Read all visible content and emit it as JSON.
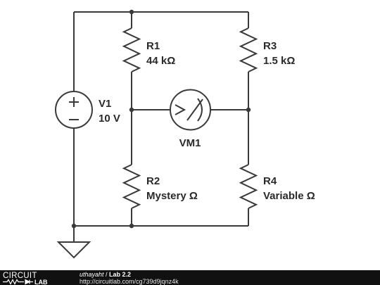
{
  "components": {
    "v1": {
      "name": "V1",
      "value": "10 V"
    },
    "r1": {
      "name": "R1",
      "value": "44 kΩ"
    },
    "r2": {
      "name": "R2",
      "value": "Mystery Ω"
    },
    "r3": {
      "name": "R3",
      "value": "1.5 kΩ"
    },
    "r4": {
      "name": "R4",
      "value": "Variable Ω"
    },
    "vm1": {
      "name": "VM1"
    }
  },
  "footer": {
    "logo_top": "CIRCUIT",
    "logo_bottom": "LAB",
    "author": "uthayaht",
    "separator": " / ",
    "title": "Lab 2.2",
    "url": "http://circuitlab.com/cg739d9jqnz4k"
  },
  "colors": {
    "wire": "#3a3a3a",
    "footer_background": "#111111",
    "footer_text": "#ffffff"
  }
}
